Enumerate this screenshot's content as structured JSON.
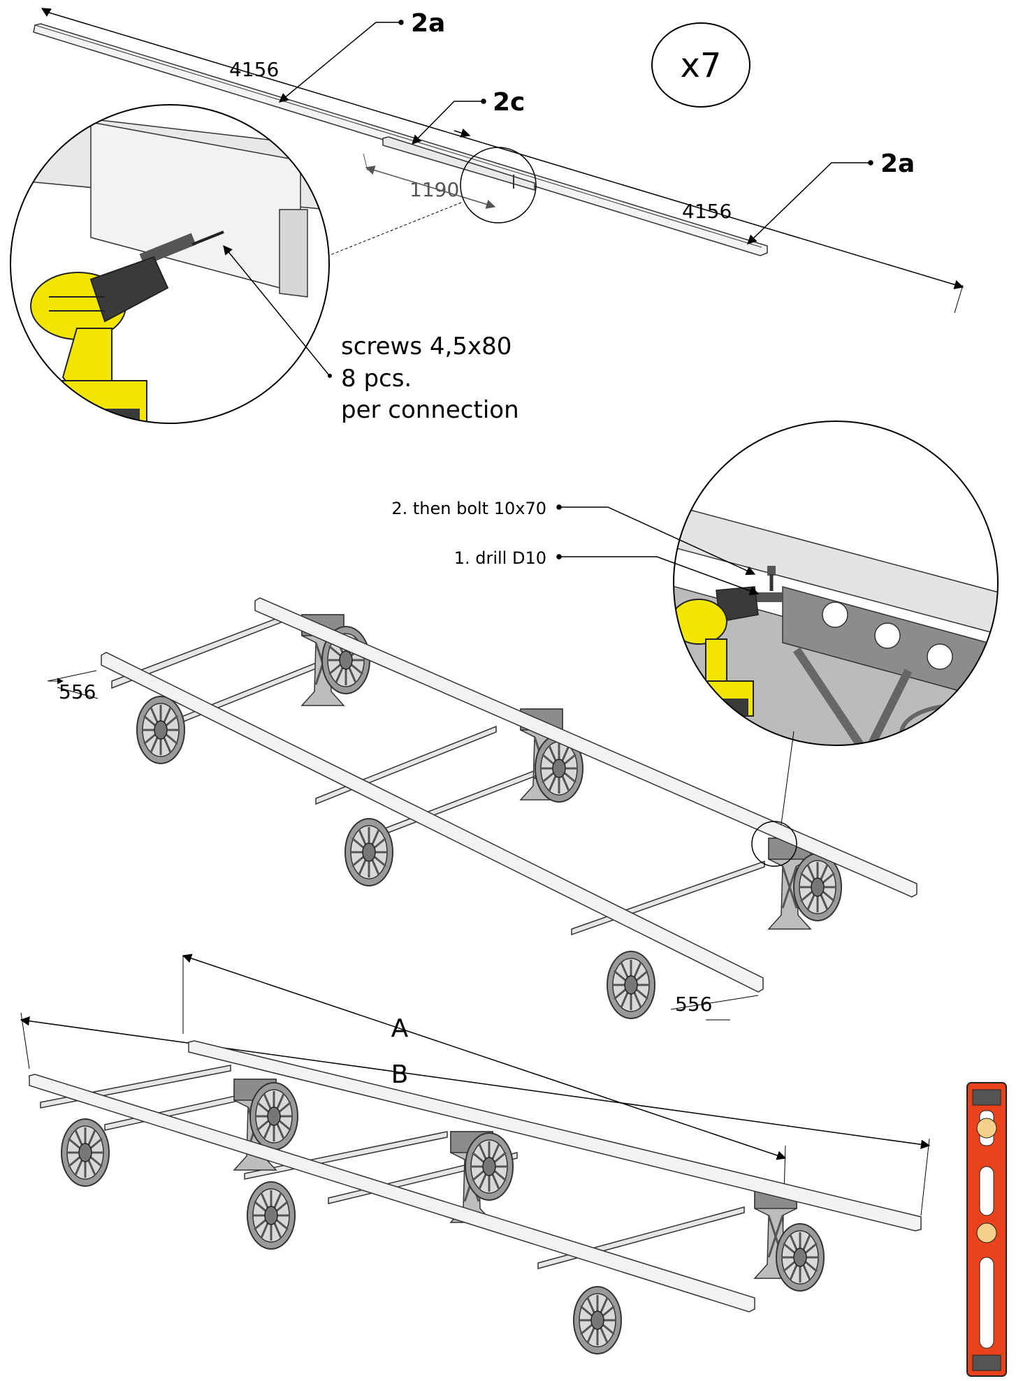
{
  "multiplier": "x7",
  "parts": {
    "beam_a_top": "2a",
    "beam_c": "2c",
    "beam_a_right": "2a"
  },
  "dimensions": {
    "top_left_length": "4156",
    "top_right_length": "4156",
    "joint_length": "1190",
    "frame_spacing_left": "556",
    "frame_spacing_right": "556",
    "diag_a": "A",
    "diag_b": "B"
  },
  "screw_note": {
    "line1": "screws 4,5x80",
    "line2": "8 pcs.",
    "line3": "per connection"
  },
  "bolt_steps": {
    "step2": "2. then bolt 10x70",
    "step1": "1. drill D10"
  },
  "colors": {
    "drill_yellow": "#f2e600",
    "level_orange": "#e8431c",
    "steel_grey": "#8c8c8c",
    "timber": "#f2f2f2"
  },
  "icons": [
    "drill-icon",
    "spirit-level-icon",
    "wheel-icon"
  ]
}
